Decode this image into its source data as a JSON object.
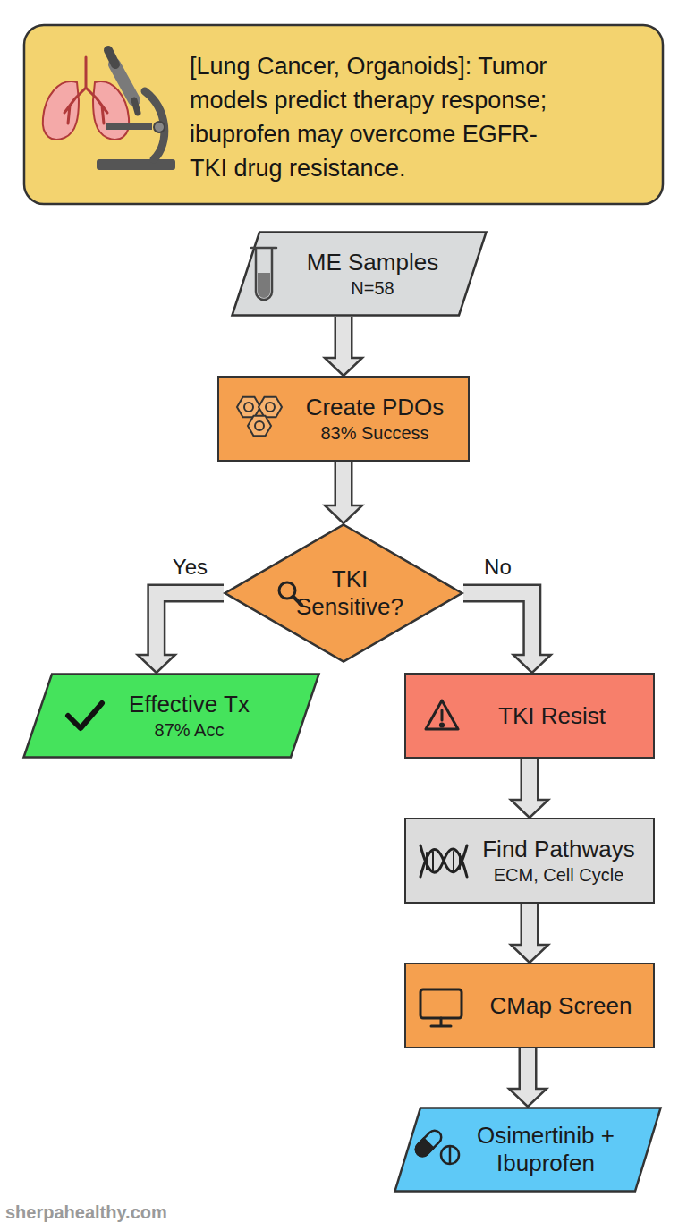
{
  "diagram": {
    "title": "[Lung Cancer, Organoids]: Tumor models predict therapy response; ibuprofen may overcome EGFR-TKI drug resistance.",
    "nodes": [
      {
        "text": [
          "ME Samples",
          "N=58"
        ]
      },
      {
        "text": [
          "Create PDOs",
          "83% Success"
        ]
      },
      {
        "text": [
          "TKI Sensitive?"
        ]
      },
      {
        "text": [
          "Effective Tx",
          "87% Acc"
        ]
      },
      {
        "text": [
          "TKI Resist"
        ]
      },
      {
        "text": [
          "Find Pathways",
          "ECM, Cell Cycle"
        ]
      },
      {
        "text": [
          "CMap Screen"
        ]
      },
      {
        "text": [
          "Osimertinib + Ibuprofen"
        ]
      }
    ],
    "edges": [
      {
        "from": 0,
        "to": 1,
        "arrow": "to"
      },
      {
        "from": 1,
        "to": 2,
        "arrow": "to"
      },
      {
        "from": 2,
        "to": 3,
        "label": "Yes",
        "arrow": "to"
      },
      {
        "from": 2,
        "to": 4,
        "label": "No",
        "arrow": "to"
      },
      {
        "from": 4,
        "to": 5,
        "arrow": "to"
      },
      {
        "from": 5,
        "to": 6,
        "arrow": "to"
      },
      {
        "from": 6,
        "to": 7,
        "arrow": "to"
      }
    ],
    "labels": [
      "sherpahealthy.com"
    ]
  }
}
